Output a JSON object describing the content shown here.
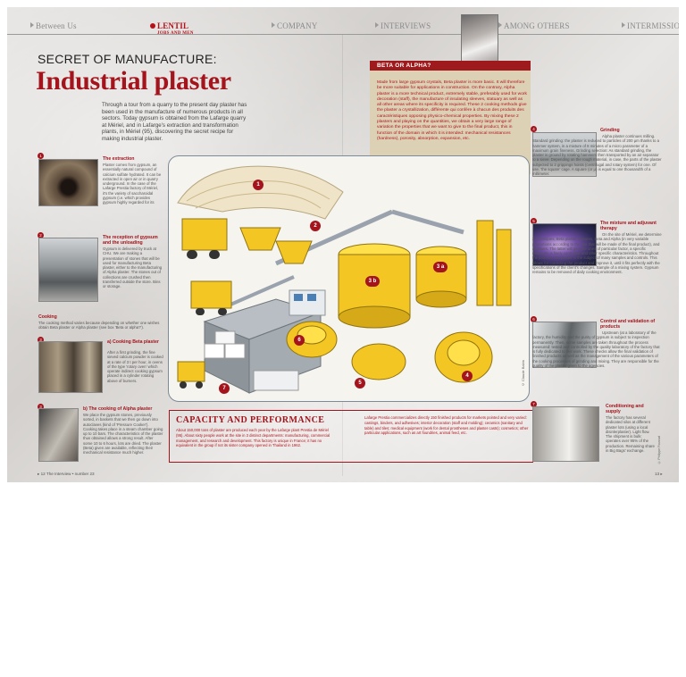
{
  "nav": {
    "items": [
      {
        "label": "Between Us"
      },
      {
        "label": "LENTIL"
      },
      {
        "label": "COMPANY"
      },
      {
        "label": "INTERVIEWS"
      },
      {
        "label": "AMONG OTHERS"
      },
      {
        "label": "INTERMISSION"
      }
    ],
    "sub_label": "JOBS AND MEN"
  },
  "article": {
    "kicker": "SECRET OF MANUFACTURE:",
    "title": "Industrial plaster",
    "intro": "Through a tour from a quarry to the present day plaster has been used in the manufacture of numerous products in all sectors. Today gypsum is obtained from the Lafarge quarry at Mériel, and in Lafarge's extraction and transformation plants, in Mériel (95), discovering the secret recipe for making industrial plaster."
  },
  "sections": [
    {
      "num": "1",
      "title": "The extraction",
      "text": "Plaster comes from gypsum, an essentially natural compound of calcium sulfate hydrated. It can be extracted in open air or in quarry underground. In the case of the Lafarge Prestia factory of Mériel, it's the variety of saccharoidal gypsum (i.e. which provides gypsum highly regarded for its purity, whiteness, and consistency) resistance content, essential qualities for production special plasters."
    },
    {
      "num": "2",
      "title": "The reception of gypsum and the unloading",
      "text": "Gypsum is delivered by truck at CHU. We are making a presentation of stones that will be used for manufacturing Beta plaster, either to the manufacturing of Alpha plaster. The stones out of collections are crushed then transferred outside the store. Bins or storage."
    },
    {
      "num": "",
      "title": "Cooking",
      "text": "The cooking method varies because depending on whether one wishes obtain Beta plaster or Alpha plaster (see box 'Beta or alpha?')."
    },
    {
      "num": "3",
      "title": "a) Cooking Beta plaster",
      "text": "After a first grinding, the fine sieved calcium powder is cooked at a rate of 3 t per hour, in ovens of the type 'rotary oven' which operate indirect cooking gypsum placed in a cylinder rotating above of burners."
    },
    {
      "num": "3",
      "title": "b) The cooking of Alpha plaster",
      "text": "We place the gypsum stones, previously sorted, in baskets that we then go down into autoclaves (kind of 'Pressure Cooker'). Cooking takes place in a steam chamber going up to 10 bars. The characteristics of the plaster thus obtained allows a strong result. After some 10 to 6 hours, lots are dried. The plaster (Beta) given are available, reflecting their mechanical resistance much higher."
    }
  ],
  "right_sections": [
    {
      "num": "4",
      "title": "Grinding",
      "text": "Alpha plaster continues milling. Standard grinding: the plaster is reduced to particles of 200 μm thanks to a hammer system, in a mixture of 8 minutes of a micro parameter of a maximum grain fineness. Grinding selection: As standard grinding, the plaster is ground by rotating hammers then transported by an air separator to a sieve. Depending on the rough material, in case, the parts of the plaster subjected to 2 grippings hoists (centrifugal and rotary system) for one. Of use, 'the square' cage. A square (or μ) is equal to one thousandth of a millimeter."
    },
    {
      "num": "5",
      "title": "The mixture and adjuvant therapy",
      "text": "On the site of Mériel, we determine 2 techniques, Beta plaster mixtures, Beta and Alpha (in very variable proportions according to the use that will be made of the final product), and additives. The latter will give the ones of particular factor, a specific exposure, a finely controlled and other specific characteristics. Throughout the process, the plaster is the subject of many samples and controls. This allows for correcting the product and improve it, until it fits perfectly with the specifications of the client's changes. Sample of a mixing system. Gypsum remains to be removed of daily cooking environment."
    },
    {
      "num": "6",
      "title": "Control and validation of products",
      "text": "Upstream (at a laboratory of the factory, the humidity and the purity of gypsum is subject to inspection permanently. Then, some samples are taken throughout the process measured: tested and controlled by the quality laboratory of the factory that is fully dedicated to this work. These checks allow the final validation of finished products as well as the management of the various parameters of the cooking processes of grinding and mixing. They are responsible for the quality of the plaster given to the agencies."
    },
    {
      "num": "7",
      "title": "Conditioning and supply",
      "text": "The factory has several dedicated silos at different plaster lots (using a local disinlerplaster). Light flow. The shipment is bulk: operates over 95% of the production. Remaining share in Big Bags' exchange."
    }
  ],
  "beta_box": {
    "title": "BETA OR ALPHA?",
    "text": "Made from large gypsum crystals, Beta plaster is more basic. It will therefore be more suitable for applications in construction. On the contrary, Alpha plaster is a more technical product, extremely stable, preferably used for work decoration (staff), the manufacture of insulating sleeves, statuary as well as all other areas where its specificity is required. These 2 cooking methods give the plaster a crystallization, différente qui confère à chacun des produits des caractéristiques opposing physico-chemical properties. By mixing these 2 plasters and playing on the quantities, we obtain a very large range of variation the properties that we want to give to the final product, this in function of the domain in which it is intended: mechanical resistances (hardness), porosity, absorption, expansion, etc."
  },
  "capacity_box": {
    "title": "CAPACITY AND PERFORMANCE",
    "left": "About 150,000 tons of plaster are produced each year by the Lafarge plant Prestia de Mériel (95). About sixty people work at the site in 3 distinct departments: manufacturing, commercial management, and research and development. This factory is unique in France; it has no equivalent in the group if not its sister company opened in Thailand in 1962.",
    "right": "Lafarge Prestia commercializes directly 150 finished products for markets pointed and very varied: castings, binders, and adhesives; interior decoration (staff and molding); ceramics (sanitary and table) and tiles; medical equipment (work for dental prostheses and plaster casts); cosmetics; other particular applications, such as art foundries, animal feed, etc."
  },
  "diagram": {
    "labels": [
      "1",
      "2",
      "3 a",
      "3 b",
      "4",
      "5",
      "6",
      "7"
    ],
    "credit": "© Claude Babin"
  },
  "footer": {
    "left": "▸ 12 The Interview • number 23",
    "right": "13 ▸"
  },
  "credit_right": "© Philippe Foussat"
}
